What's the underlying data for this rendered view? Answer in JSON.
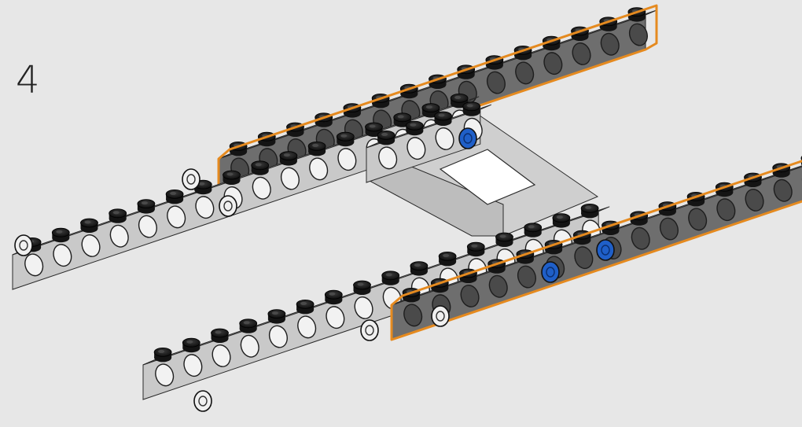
{
  "step": {
    "number": "4"
  },
  "colors": {
    "background": "#e7e7e7",
    "highlight": "#e58a1f",
    "beam_light": "#c9c9c9",
    "beam_dark": "#6e6e6e",
    "stud": "#141414",
    "pin_blue": "#1f5fc8"
  },
  "parts": [
    {
      "name": "beam-back-highlighted",
      "highlighted": true,
      "studs": 15
    },
    {
      "name": "beam-front-highlighted",
      "highlighted": true,
      "studs": 15
    },
    {
      "name": "beam-left-upper",
      "highlighted": false,
      "studs": 15
    },
    {
      "name": "beam-left-lower",
      "highlighted": false,
      "studs": 15
    },
    {
      "name": "center-frame",
      "highlighted": false
    }
  ]
}
